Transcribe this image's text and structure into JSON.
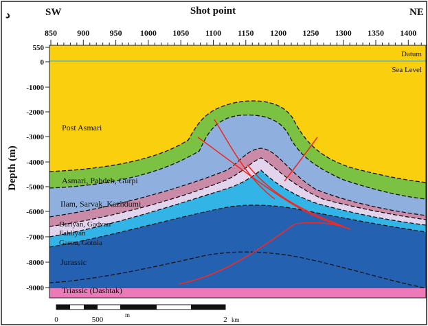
{
  "figure": {
    "panel_letter": "د",
    "left_direction": "SW",
    "right_direction": "NE",
    "top_axis_title": "Shot point",
    "left_axis_title": "Depth (m)",
    "x_ticks": [
      "850",
      "900",
      "950",
      "1000",
      "1050",
      "1100",
      "1150",
      "1200",
      "1250",
      "1300",
      "1350",
      "1400"
    ],
    "y_ticks": [
      "550",
      "0",
      "-1000",
      "-2000",
      "-3000",
      "-4000",
      "-5000",
      "-6000",
      "-7000",
      "-8000",
      "-9000"
    ],
    "datum_label": "Datum",
    "sea_level_label": "Sea Level",
    "layer_labels": {
      "post_asmari": "Post Asmari",
      "asmari": "Asmari, Pabdeh, Gurpi",
      "ilam": "Ilam, Sarvak, Kazhdumi",
      "dariyan": "Dariyan, Gadvan",
      "fahliyan": "Fahliyan",
      "garou": "Garou, Gotnia",
      "jurassic": "Jurassic",
      "triassic": "Triassic (Dashtak)"
    },
    "scale_bar": {
      "start": "0",
      "mid": "500",
      "unit_m": "m",
      "end": "2",
      "unit_km": "km"
    }
  },
  "colors": {
    "post_asmari": "#f9cf0e",
    "asmari": "#7cc242",
    "ilam": "#8fb0de",
    "dariyan": "#c98ba8",
    "fahliyan": "#e2d4ec",
    "garou": "#33b4e6",
    "jurassic": "#2461b1",
    "triassic": "#ec7ab8",
    "fault": "#ee2a24",
    "sea_level": "#3ab4e6",
    "boundary": "#111111"
  }
}
